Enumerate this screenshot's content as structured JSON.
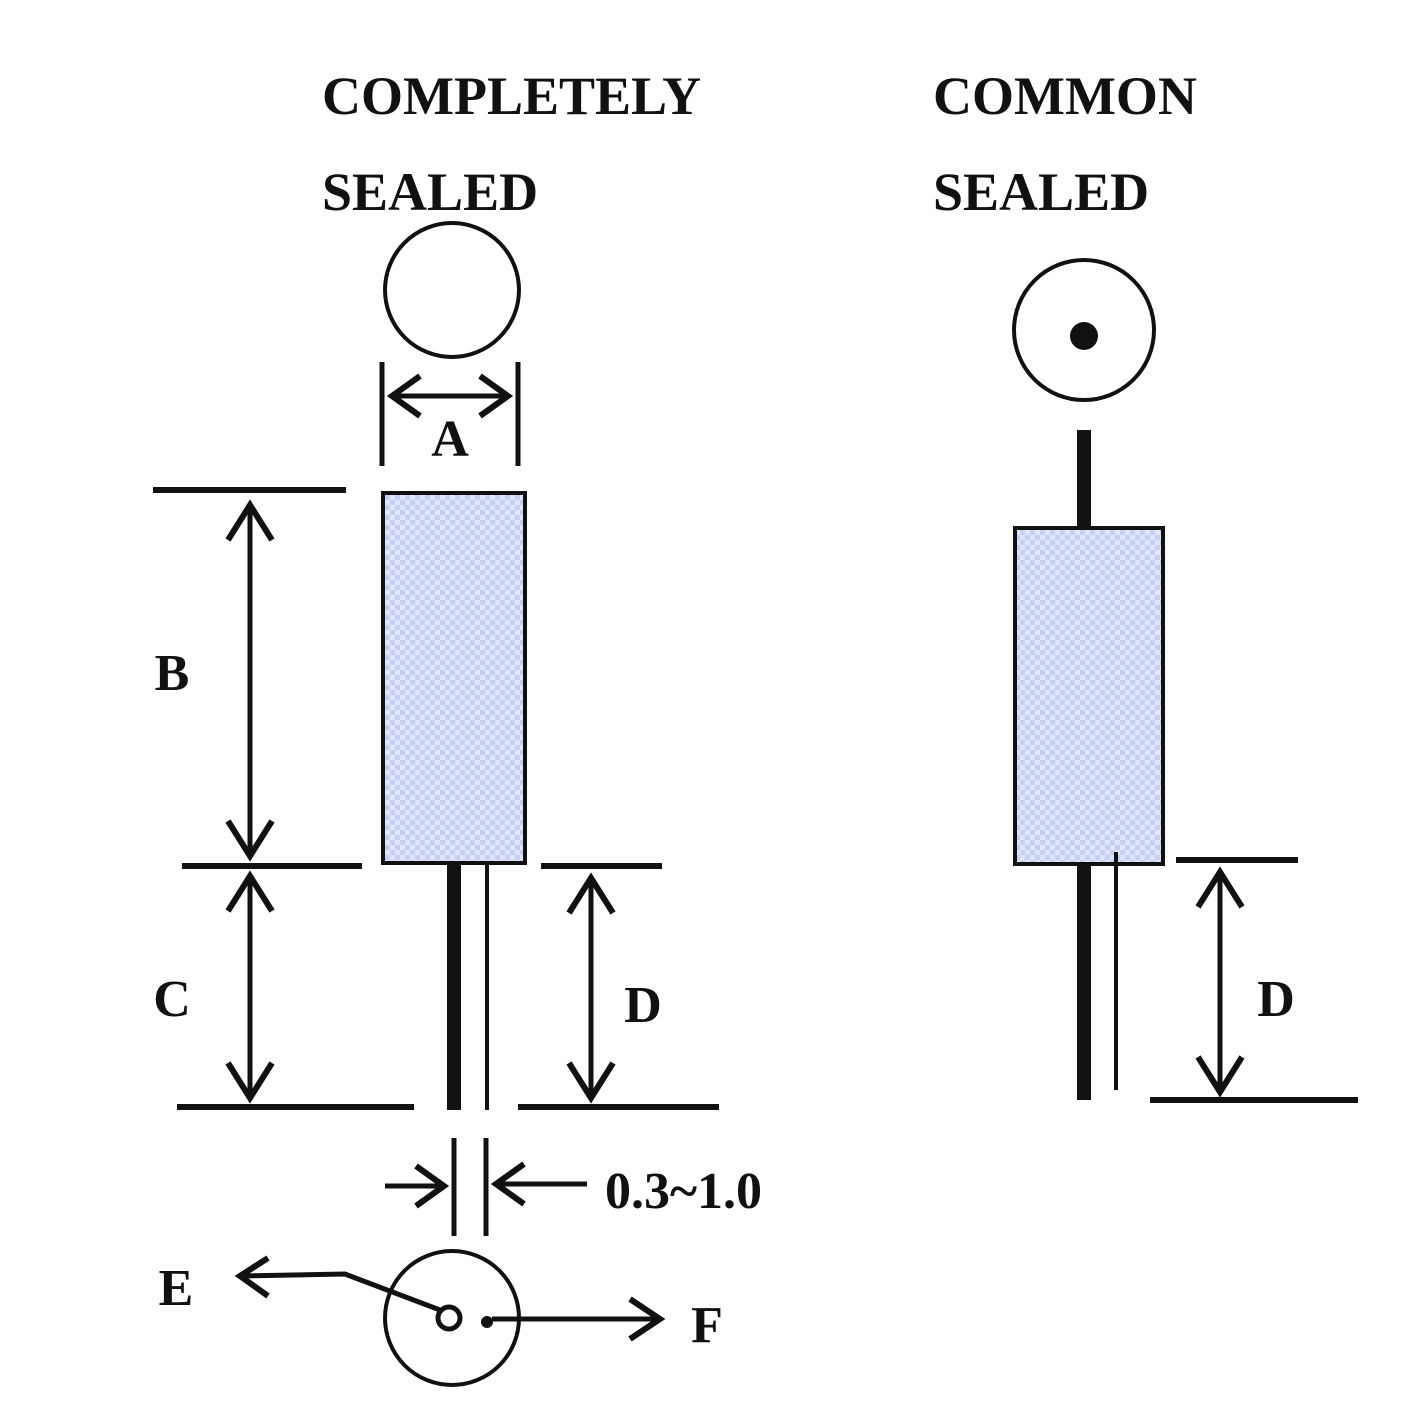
{
  "left_part": {
    "title_line1": "COMPLETELY",
    "title_line2": "SEALED",
    "dim_a": "A",
    "dim_b": "B",
    "dim_c": "C",
    "dim_d": "D",
    "lead_spacing": "0.3~1.0",
    "pin_e": "E",
    "pin_f": "F"
  },
  "right_part": {
    "title_line1": "COMMON",
    "title_line2": "SEALED",
    "dim_d": "D"
  },
  "colors": {
    "ink": "#111111",
    "body_fill": "#dfe6fb",
    "body_hatch": "#b9c4ee"
  }
}
